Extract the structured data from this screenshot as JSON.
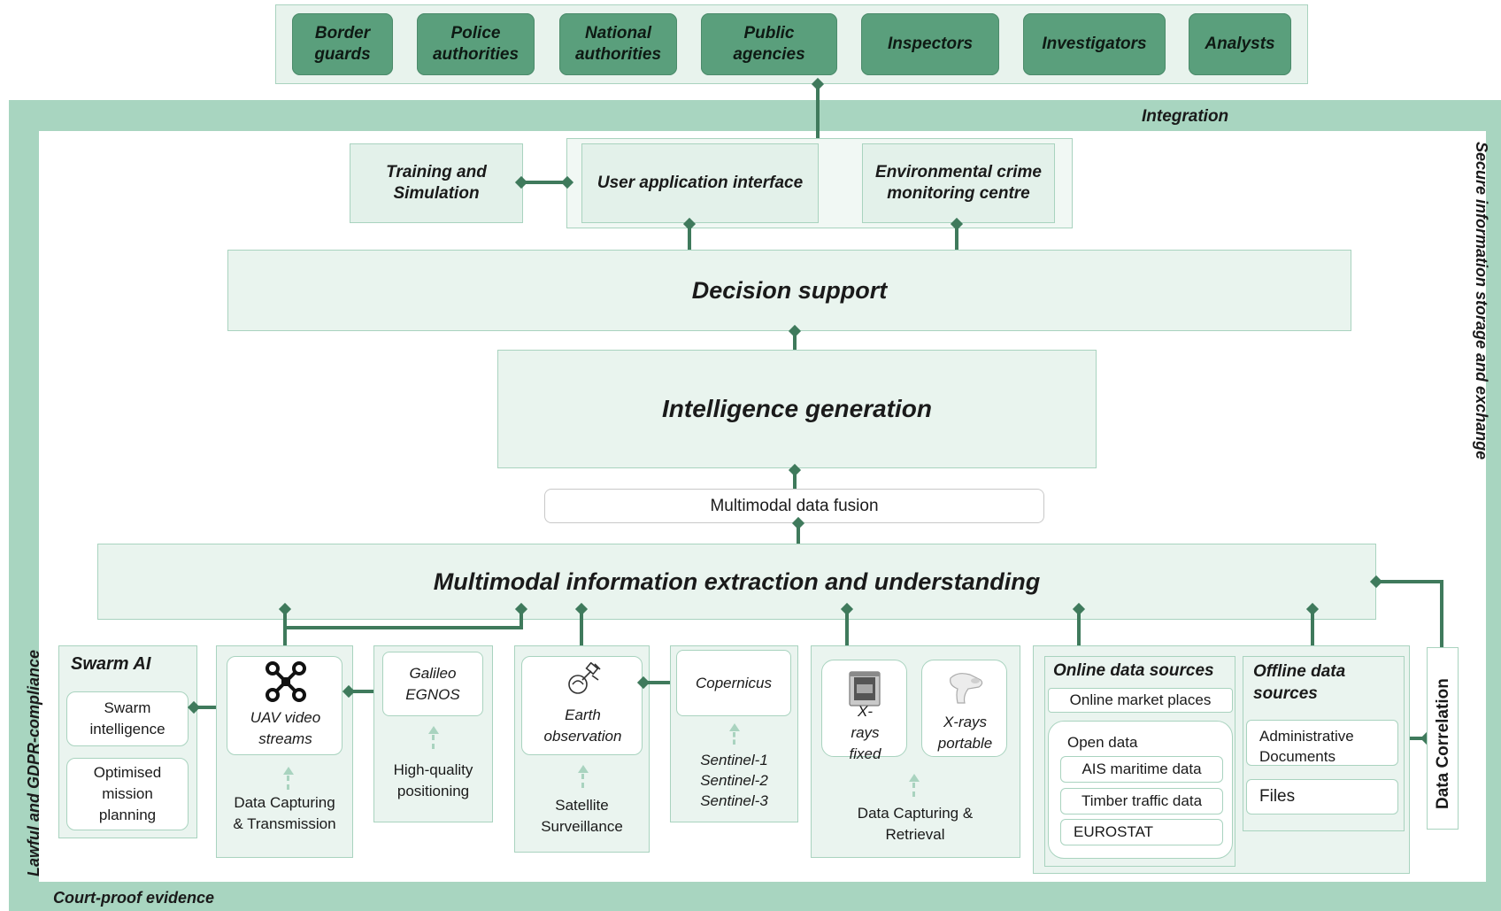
{
  "roles": [
    "Border guards",
    "Police authorities",
    "National authorities",
    "Public agencies",
    "Inspectors",
    "Investigators",
    "Analysts"
  ],
  "band": {
    "integration": "Integration",
    "secure_storage": "Secure information storage and exchange",
    "gdpr": "Lawful and GDPR-compliance",
    "court_proof": "Court-proof evidence"
  },
  "top_row": {
    "training": "Training and Simulation",
    "user_app": "User application interface",
    "env_crime": "Environmental crime monitoring centre"
  },
  "decision_support": "Decision support",
  "intelligence_generation": "Intelligence generation",
  "data_fusion": "Multimodal data fusion",
  "extraction": "Multimodal information extraction and understanding",
  "swarm": {
    "title": "Swarm AI",
    "items": [
      "Swarm intelligence",
      "Optimised mission planning"
    ]
  },
  "uav": {
    "label": "UAV video streams",
    "caption": "Data Capturing & Transmission",
    "icon": "drone-icon"
  },
  "galileo": {
    "label": "Galileo EGNOS",
    "caption": "High-quality positioning"
  },
  "earth_obs": {
    "label": "Earth observation",
    "caption": "Satellite Surveillance",
    "icon": "satellite-icon"
  },
  "copernicus": {
    "label": "Copernicus",
    "sentinels": [
      "Sentinel-1",
      "Sentinel-2",
      "Sentinel-3"
    ]
  },
  "xrays": {
    "fixed": "X-rays fixed",
    "portable": "X-rays portable",
    "caption": "Data Capturing & Retrieval"
  },
  "online": {
    "title": "Online data sources",
    "market": "Online market places",
    "open_data": "Open data",
    "items": [
      "AIS maritime data",
      "Timber traffic data",
      "EUROSTAT"
    ]
  },
  "offline": {
    "title": "Offline data sources",
    "items": [
      "Administrative Documents",
      "Files"
    ]
  },
  "data_correlation": "Data Correlation",
  "colors": {
    "role_green": "#5a9f7c",
    "band_green": "#a8d5c0",
    "pale_green": "#e3f1ea",
    "connector": "#3f7a5c"
  }
}
